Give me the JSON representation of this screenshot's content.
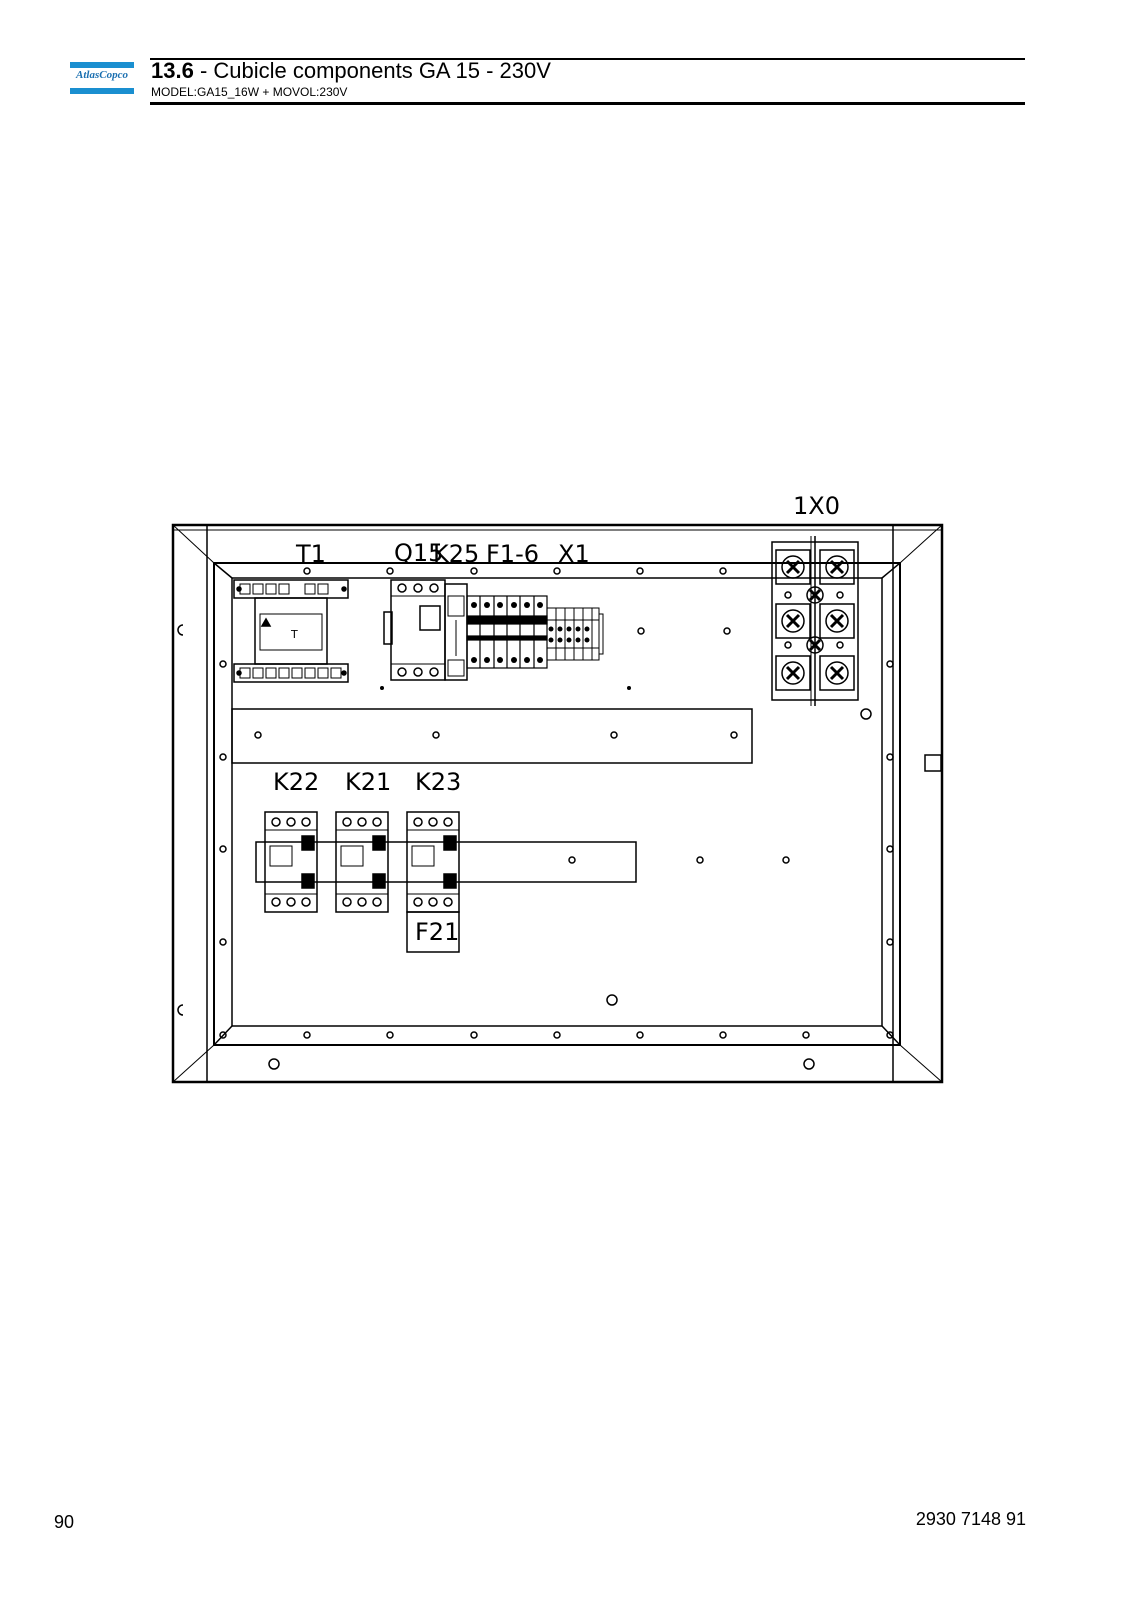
{
  "header": {
    "logo_text": "AtlasCopco",
    "section_number": "13.6",
    "section_title": " - Cubicle components GA 15 - 230V",
    "subtitle": "MODEL:GA15_16W + MOVOL:230V"
  },
  "drawing": {
    "labels": {
      "t1": "T1",
      "q15": "Q15",
      "k25": "K25",
      "f1_6": "F1-6",
      "x1": "X1",
      "x0": "1X0",
      "k22": "K22",
      "k21": "K21",
      "k23": "K23",
      "f21": "F21",
      "transformer_mark": "T"
    }
  },
  "footer": {
    "page_number": "90",
    "document_number": "2930 7148 91"
  }
}
